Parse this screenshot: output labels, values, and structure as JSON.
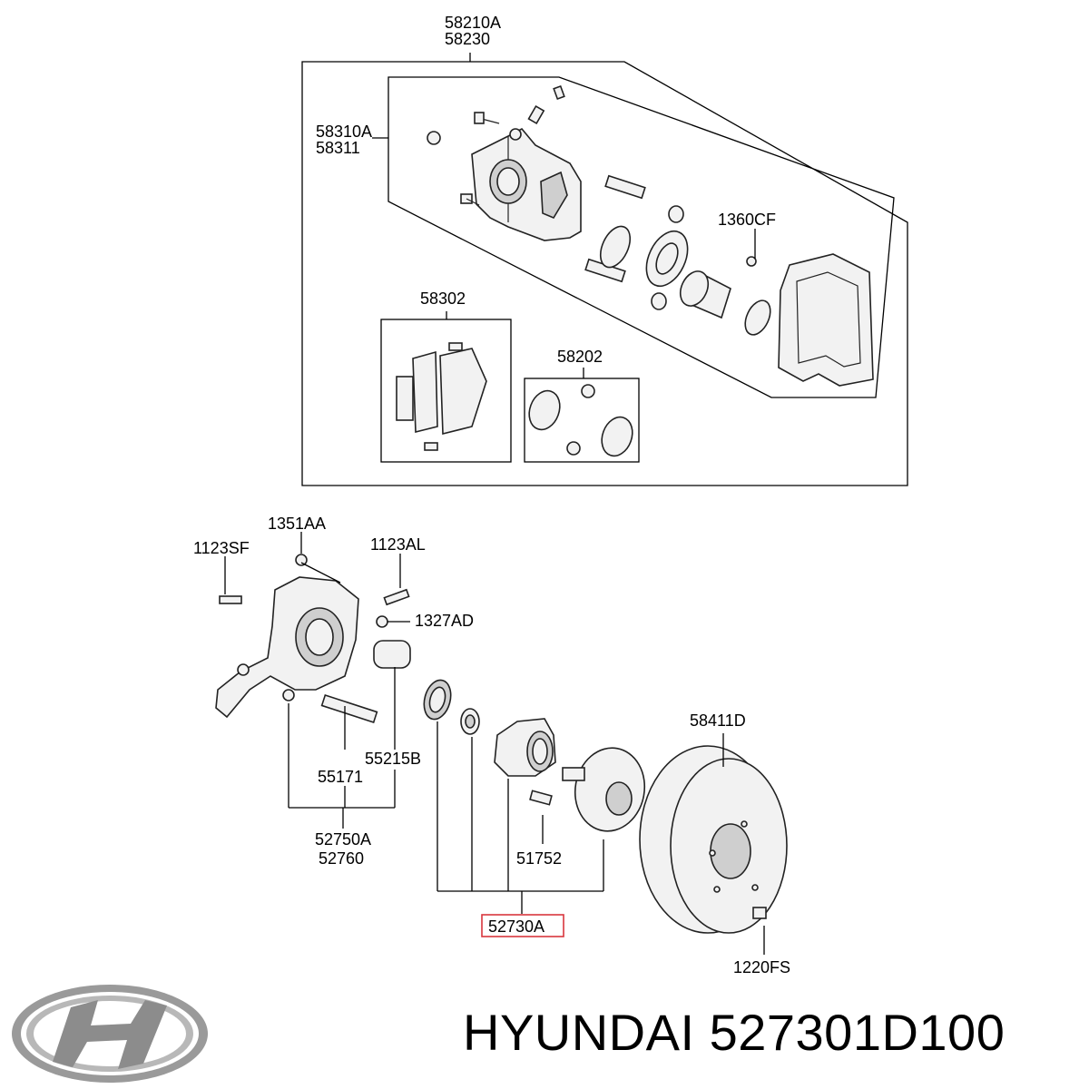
{
  "labels": {
    "l_58210A": "58210A",
    "l_58230": "58230",
    "l_58310A": "58310A",
    "l_58311": "58311",
    "l_1360CF": "1360CF",
    "l_58302": "58302",
    "l_58202": "58202",
    "l_1351AA": "1351AA",
    "l_1123SF": "1123SF",
    "l_1123AL": "1123AL",
    "l_1327AD": "1327AD",
    "l_58411D": "58411D",
    "l_55215B": "55215B",
    "l_55171": "55171",
    "l_52750A": "52750A",
    "l_52760": "52760",
    "l_51752": "51752",
    "l_52730A": "52730A",
    "l_1220FS": "1220FS"
  },
  "caption": {
    "brand": "HYUNDAI",
    "part_number": "527301D100"
  },
  "colors": {
    "highlight": "#d9363e",
    "logo": "#9a9a9a"
  }
}
